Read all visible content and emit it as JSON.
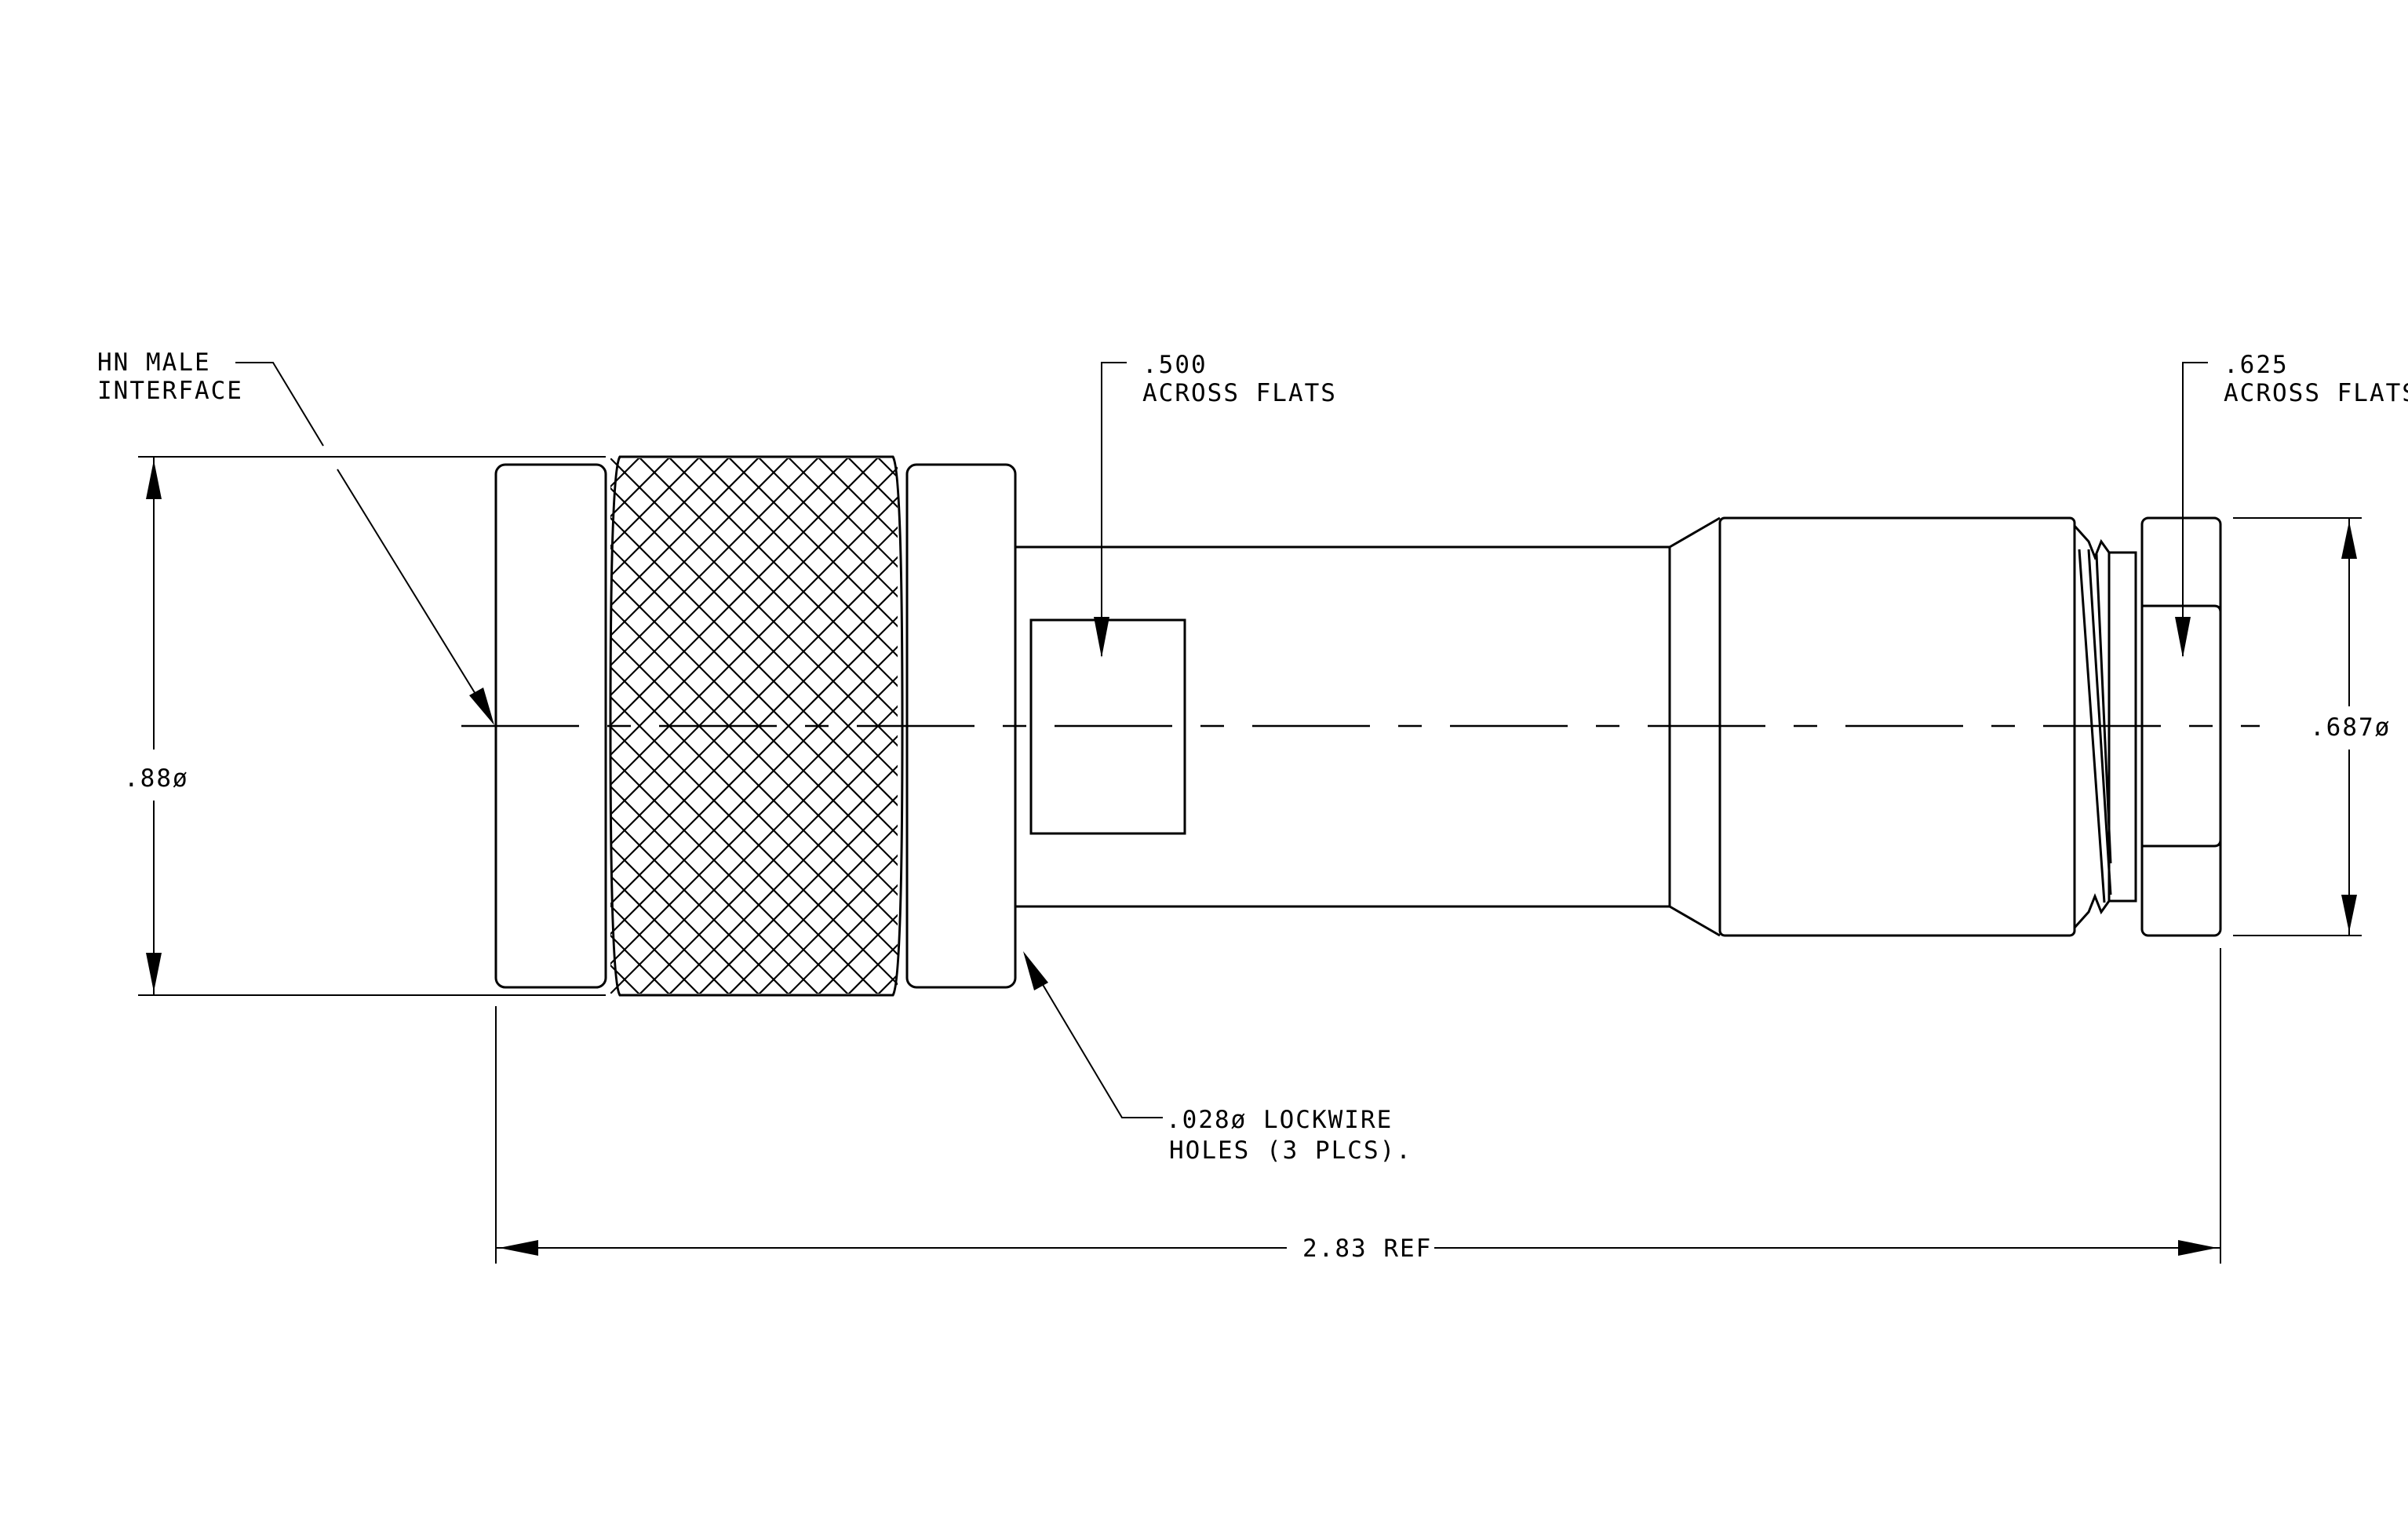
{
  "labels": {
    "hn_male_line1": "HN MALE",
    "hn_male_line2": "INTERFACE",
    "flats_500_line1": ".500",
    "flats_500_line2": "ACROSS FLATS",
    "flats_625_line1": ".625",
    "flats_625_line2": "ACROSS FLATS",
    "dia_88": ".88ø",
    "dia_687": ".687ø",
    "lockwire_line1": ".028ø LOCKWIRE",
    "lockwire_line2": "HOLES (3 PLCS).",
    "length_ref": "2.83 REF"
  }
}
